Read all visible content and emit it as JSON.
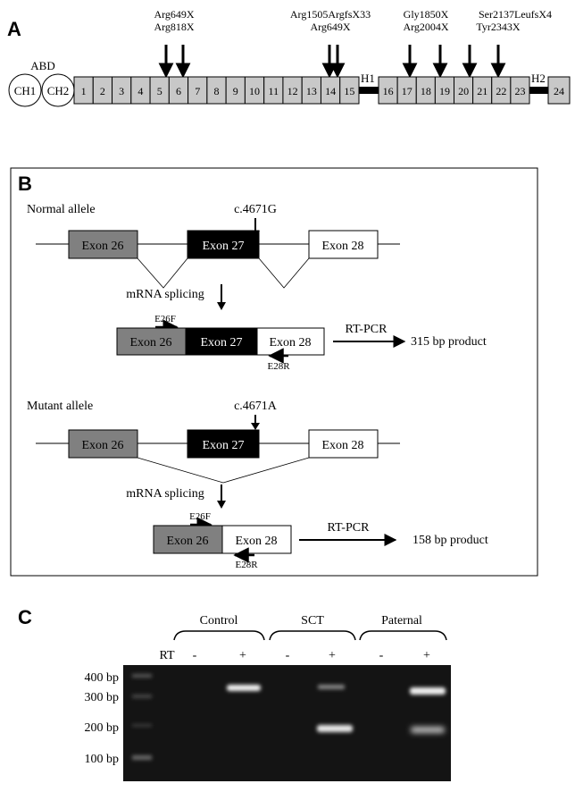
{
  "panel_a": {
    "letter": "A",
    "abd_label": "ABD",
    "domains": [
      "CH1",
      "CH2"
    ],
    "exons": [
      "1",
      "2",
      "3",
      "4",
      "5",
      "6",
      "7",
      "8",
      "9",
      "10",
      "11",
      "12",
      "13",
      "14",
      "15",
      "16",
      "17",
      "18",
      "19",
      "20",
      "21",
      "22",
      "23",
      "24"
    ],
    "hinges": [
      "H1",
      "H2"
    ],
    "mutations": [
      {
        "lines": [
          "Arg649X",
          "Arg818X"
        ],
        "exons": [
          "5",
          "6"
        ]
      },
      {
        "lines": [
          "Arg1505ArgfsX33",
          "Arg649X"
        ],
        "exons": [
          "14",
          "14"
        ]
      },
      {
        "lines": [
          "Gly1850X",
          "Arg2004X"
        ],
        "exons": [
          "17",
          "19"
        ]
      },
      {
        "lines": [
          "Ser2137LeufsX4",
          "Tyr2343X"
        ],
        "exons": [
          "20",
          "22"
        ]
      }
    ]
  },
  "panel_b": {
    "letter": "B",
    "normal": {
      "title": "Normal allele",
      "variant": "c.4671G",
      "exons": [
        "Exon 26",
        "Exon 27",
        "Exon 28"
      ],
      "splicing": "mRNA splicing",
      "forward_primer": "E26F",
      "reverse_primer": "E28R",
      "rtpcr": "RT-PCR",
      "product": "315 bp product"
    },
    "mutant": {
      "title": "Mutant allele",
      "variant": "c.4671A",
      "exons": [
        "Exon 26",
        "Exon 27",
        "Exon 28"
      ],
      "splicing": "mRNA splicing",
      "forward_primer": "E26F",
      "reverse_primer": "E28R",
      "rtpcr": "RT-PCR",
      "product": "158 bp product"
    }
  },
  "panel_c": {
    "letter": "C",
    "groups": [
      "Control",
      "SCT",
      "Paternal"
    ],
    "rt_label": "RT",
    "lane_signs": [
      "-",
      "+",
      "-",
      "+",
      "-",
      "+"
    ],
    "ladder": [
      "400 bp",
      "300 bp",
      "200 bp",
      "100 bp"
    ]
  }
}
